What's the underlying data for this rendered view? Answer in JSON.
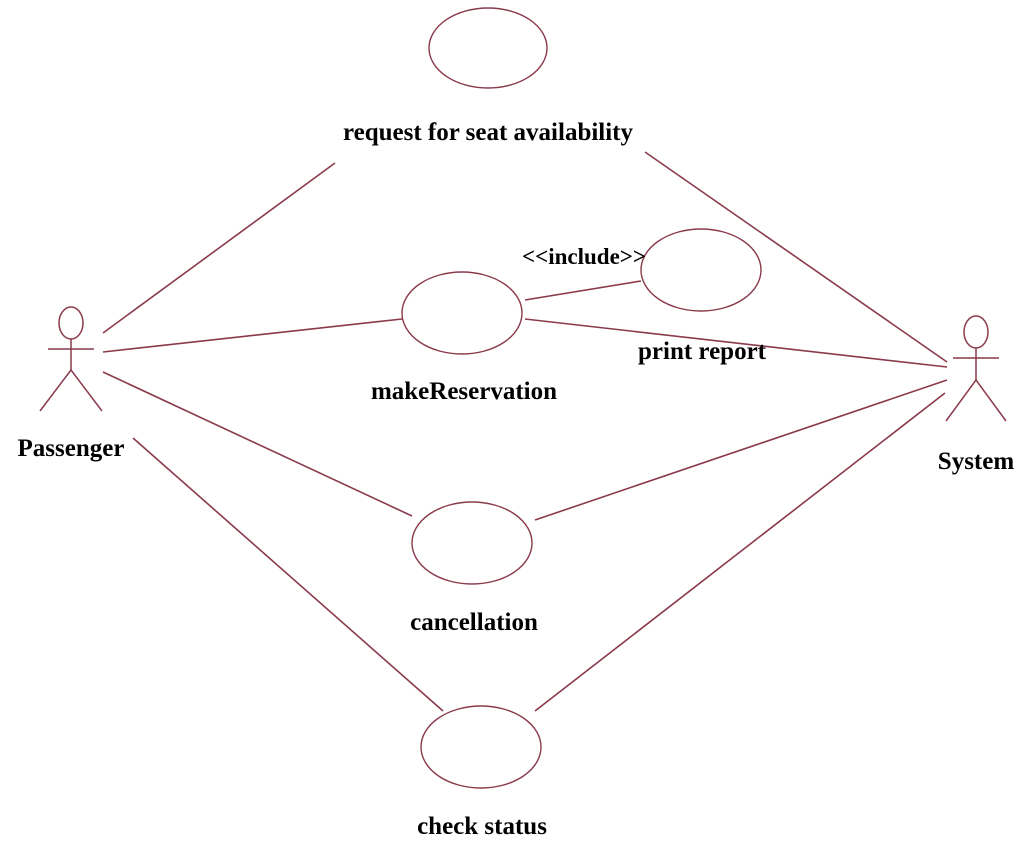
{
  "diagram": {
    "type": "use-case",
    "colors": {
      "line": "#8a3a4a",
      "text": "#000000",
      "background": "#ffffff"
    },
    "actors": {
      "passenger": {
        "label": "Passenger"
      },
      "system": {
        "label": "System"
      }
    },
    "use_cases": {
      "request_seat": {
        "label": "request for seat availability"
      },
      "make_reservation": {
        "label": "makeReservation"
      },
      "print_report": {
        "label": "print report"
      },
      "cancellation": {
        "label": "cancellation"
      },
      "check_status": {
        "label": "check status"
      }
    },
    "relationships": {
      "include": {
        "label": "<<include>>",
        "from": "makeReservation",
        "to": "print report"
      }
    }
  }
}
